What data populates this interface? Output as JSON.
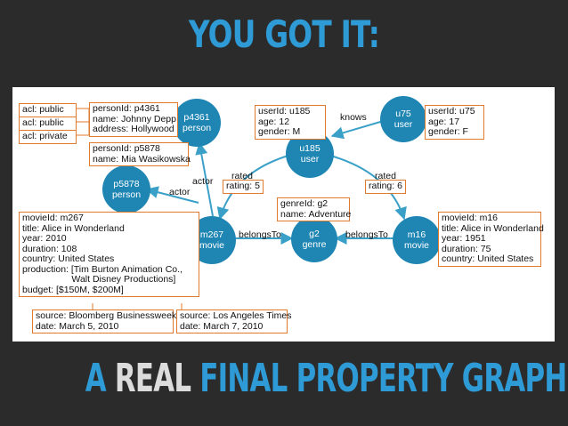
{
  "title_top": "YOU GOT IT:",
  "title_bottom": {
    "a": "A",
    "real": "REAL",
    "rest": "FINAL PROPERTY GRAPH"
  },
  "colors": {
    "background": "#2b2b2b",
    "title_blue": "#2e9bd6",
    "node_fill": "#1f86b4",
    "edge": "#3aa0c8",
    "box_border": "#e07a2e"
  },
  "nodes": {
    "p4361": {
      "id": "p4361",
      "type": "person"
    },
    "p5878": {
      "id": "p5878",
      "type": "person"
    },
    "u185": {
      "id": "u185",
      "type": "user"
    },
    "u75": {
      "id": "u75",
      "type": "user"
    },
    "m267": {
      "id": "m267",
      "type": "movie"
    },
    "g2": {
      "id": "g2",
      "type": "genre"
    },
    "m16": {
      "id": "m16",
      "type": "movie"
    }
  },
  "edges": {
    "knows": "knows",
    "rated_m267": "rated",
    "rated_m267_prop": "rating: 5",
    "rated_m16": "rated",
    "rated_m16_prop": "rating: 6",
    "actor_p4361": "actor",
    "actor_p5878": "actor",
    "belongs_m267": "belongsTo",
    "belongs_m16": "belongsTo"
  },
  "boxes": {
    "acl1": "acl: public",
    "acl2": "acl: public",
    "acl3": "acl: private",
    "p4361_props": "personId: p4361\nname: Johnny Depp\naddress: Hollywood",
    "p5878_props": "personId: p5878\nname: Mia Wasikowska",
    "u185_props": "userId: u185\nage: 12\ngender: M",
    "u75_props": "userId: u75\nage: 17\ngender: F",
    "g2_props": "genreId: g2\nname: Adventure",
    "m267_props": "movieId: m267\ntitle: Alice in Wonderland\nyear: 2010\nduration: 108\ncountry: United States\nproduction: [Tim Burton Animation Co.,\n                   Walt Disney Productions]\nbudget: [$150M, $200M]",
    "m16_props": "movieId: m16\ntitle: Alice in Wonderland\nyear: 1951\nduration: 75\ncountry: United States",
    "source1": "source: Bloomberg Businessweek\ndate: March 5, 2010",
    "source2": "source: Los Angeles Times\ndate: March 7, 2010"
  }
}
